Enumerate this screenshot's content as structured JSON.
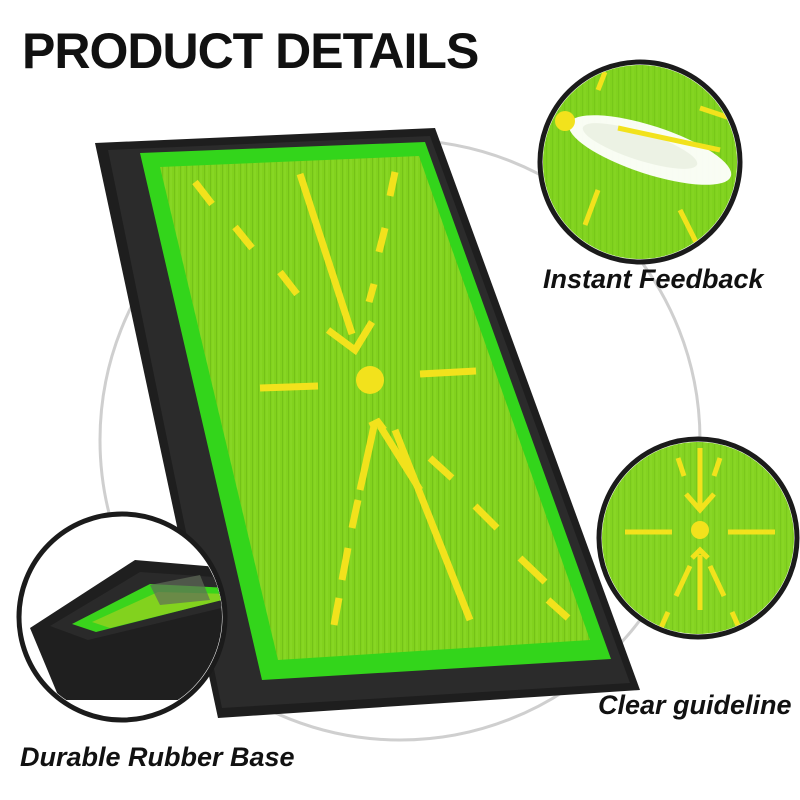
{
  "header": {
    "title": "PRODUCT DETAILS"
  },
  "features": [
    {
      "label": "Instant Feedback",
      "icon": "feedback-closeup"
    },
    {
      "label": "Clear guideline",
      "icon": "guideline-closeup"
    },
    {
      "label": "Durable Rubber Base",
      "icon": "rubber-base-closeup"
    }
  ],
  "colors": {
    "turf": "#7ccf1a",
    "turf_dark": "#5aa812",
    "border_green": "#2ed31a",
    "guide_yellow": "#f2e21c",
    "rubber": "#1f1f1f",
    "text": "#111111"
  }
}
